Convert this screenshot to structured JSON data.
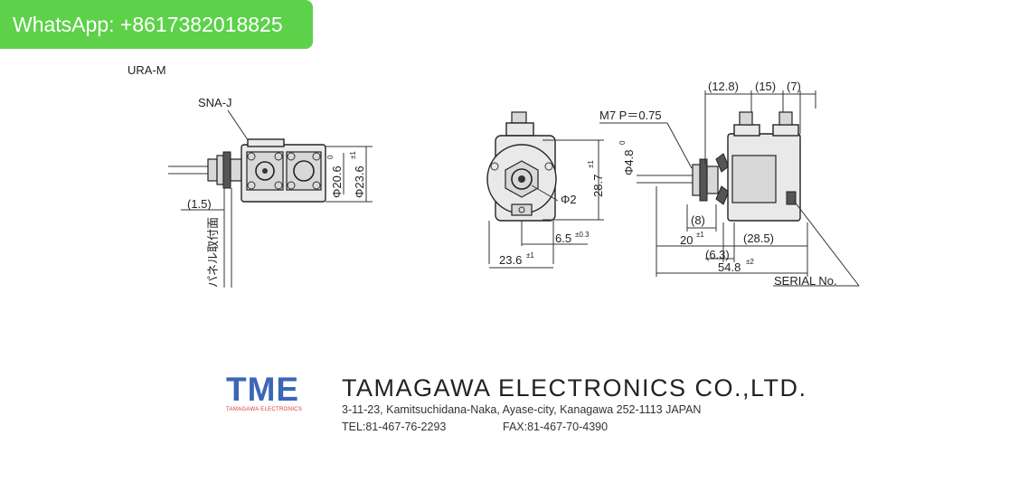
{
  "whatsapp": {
    "label": "WhatsApp: +8617382018825",
    "color": "#5dd14a"
  },
  "drawing": {
    "model": "URA-M",
    "nut_label": "SNA-J",
    "dim_left_offset": "(1.5)",
    "dim_phi_20_6": "Φ20.6",
    "dim_phi_20_6_tol": "0",
    "dim_phi_23_6": "Φ23.6",
    "dim_phi_23_6_tol": "±1",
    "panel_label": "パネル取付面",
    "thread_label": "M7 P＝0.75",
    "dim_phi_4_8": "Φ4.8",
    "dim_phi_4_8_tol": "0",
    "dim_28_7": "28.7",
    "dim_28_7_tol": "±1",
    "dim_phi_2": "Φ2",
    "dim_6_5": "6.5",
    "dim_6_5_tol": "±0.3",
    "dim_23_6": "23.6",
    "dim_23_6_tol": "±1",
    "dim_12_8": "(12.8)",
    "dim_15": "(15)",
    "dim_7": "(7)",
    "dim_8": "(8)",
    "dim_20": "20",
    "dim_20_tol": "±1",
    "dim_28_5": "(28.5)",
    "dim_6_3": "(6.3)",
    "dim_54_8": "54.8",
    "dim_54_8_tol": "±2",
    "serial_label": "SERIAL No."
  },
  "footer": {
    "logo_text": "TME",
    "logo_sub": "TAMAGAWA ELECTRONICS",
    "logo_color": "#3c66b5",
    "company": "TAMAGAWA  ELECTRONICS  CO.,LTD.",
    "address": "3-11-23, Kamitsuchidana-Naka, Ayase-city, Kanagawa 252-1113 JAPAN",
    "tel": "TEL:81-467-76-2293",
    "fax": "FAX:81-467-70-4390"
  }
}
